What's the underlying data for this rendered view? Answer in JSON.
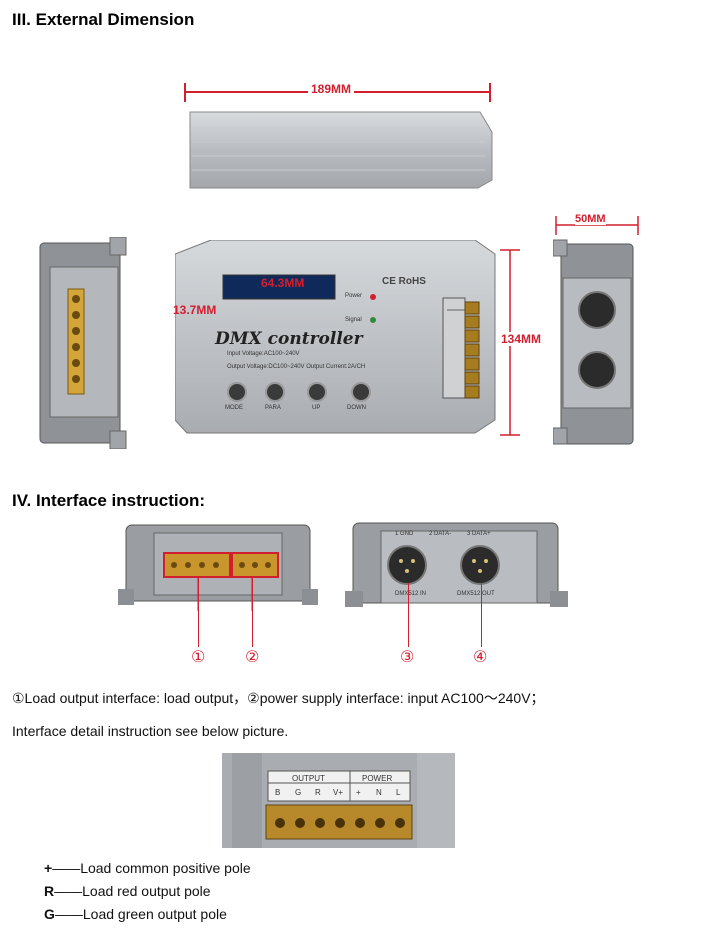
{
  "section3": {
    "title": "III. External Dimension",
    "dim_width": "189MM",
    "dim_depth": "50MM",
    "dim_height": "134MM",
    "dim_lcd_w": "64.3MM",
    "dim_lcd_h": "13.7MM"
  },
  "device": {
    "ce_rohs": "CE RoHS",
    "power_label": "Power",
    "signal_label": "Signal",
    "brand": "DMX controller",
    "input_voltage": "Input Voltage:AC100~240V",
    "output_voltage": "Output Voltage:DC100~240V Output Current:2A/CH",
    "buttons": [
      "MODE",
      "PARA",
      "UP",
      "DOWN"
    ],
    "output_label": "OUTPUT",
    "power_group_label": "POWER",
    "terminal_pins": [
      "B",
      "G",
      "R",
      "V+",
      "+",
      "N",
      "L"
    ],
    "dmx_in": "DMX512 IN",
    "dmx_out": "DMX512 OUT",
    "pin1": "1 GND",
    "pin2": "2 DATA-",
    "pin3": "3 DATA+"
  },
  "section4": {
    "title": "IV. Interface instruction:",
    "markers": [
      "①",
      "②",
      "③",
      "④"
    ],
    "line1_a": "①Load output interface: load output，②power supply interface: input AC100～240V；",
    "line2": "Interface detail instruction see below picture.",
    "detail_output": "OUTPUT",
    "detail_power": "POWER",
    "detail_pins": [
      "B",
      "G",
      "R",
      "V+",
      "+",
      "N",
      "L"
    ],
    "legend": [
      {
        "key": "+",
        "text": "——Load common positive pole"
      },
      {
        "key": "R",
        "text": "——Load red output pole"
      },
      {
        "key": "G",
        "text": "——Load green output pole"
      }
    ]
  }
}
